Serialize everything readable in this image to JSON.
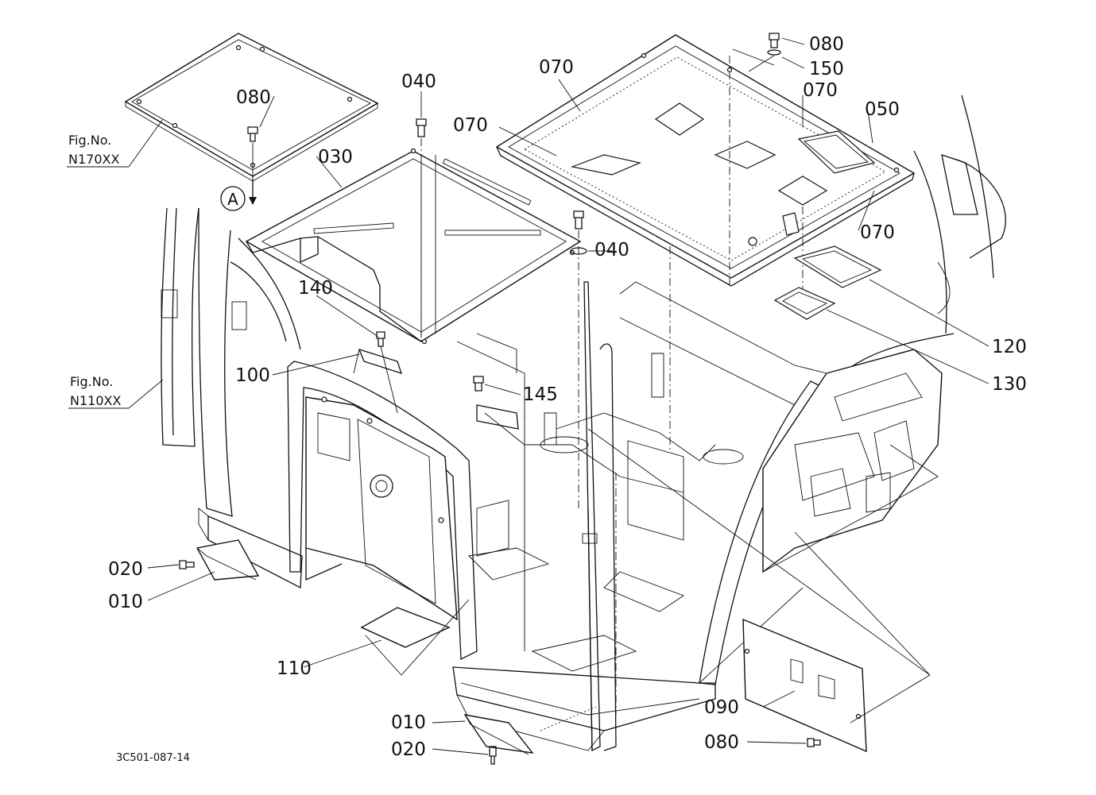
{
  "drawing_code": "3C501-087-14",
  "figure_refs": [
    {
      "line1": "Fig.No.",
      "line2": "N170XX"
    },
    {
      "line1": "Fig.No.",
      "line2": "N110XX"
    }
  ],
  "view_callout": "A",
  "part_labels": {
    "p010_a": "010",
    "p010_b": "010",
    "p020_a": "020",
    "p020_b": "020",
    "p030": "030",
    "p040_a": "040",
    "p040_b": "040",
    "p050": "050",
    "p070_a": "070",
    "p070_b": "070",
    "p070_c": "070",
    "p070_d": "070",
    "p080_a": "080",
    "p080_b": "080",
    "p080_c": "080",
    "p090": "090",
    "p100": "100",
    "p110": "110",
    "p120": "120",
    "p130": "130",
    "p140": "140",
    "p145": "145",
    "p150": "150"
  }
}
